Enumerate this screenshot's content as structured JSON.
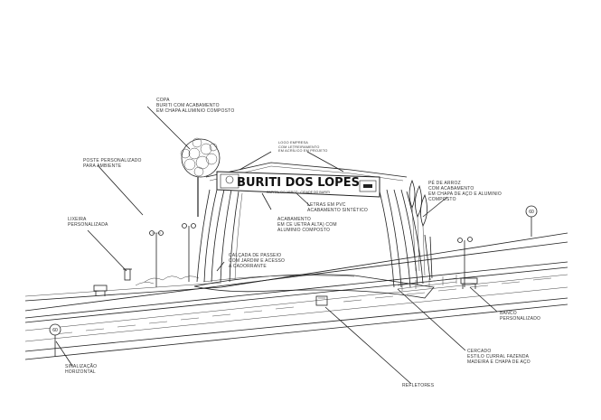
{
  "labels": {
    "copa": "COPA\nBURITI COM ACABAMENTO\nEM CHAPA ALUMINIO COMPOSTO",
    "logo_note": "LOGO EMPRESA\nCOM LETREIRAMENTO\nEM ACRÍLICO EM PROJETO",
    "poste": "POSTE PERSONALIZADO\nPARA AMBIENTE",
    "lixeira": "LIXEIRA\nPERSONALIZADA",
    "pe_arroz": "PÉ DE ARROZ\nCOM ACABAMENTO\nEM CHAPA DE AÇO E ALUMINIO\nCOMPOSTO",
    "letras": "LETRAS EM PVC\nACABAMENTO SINTÉTICO",
    "acabamento": "ACABAMENTO\nEM CE UETRA ALTA) COM\nALUMINIO COMPOSTO",
    "calcada": "CALÇADA DE PASSEIO\nCOM JARDIM E ACESSO\nA CADORRANTE",
    "banco": "BANCO\nPERSONALIZADO",
    "cercado": "CERCADO\nESTILO CURRAL FAZENDA\nMADEIRA E CHAPA DE AÇO",
    "sinalizacao": "SINALIZAÇÃO\nHORIZONTAL",
    "refletores": "REFLETORES"
  },
  "sign": {
    "title": "BURITI DOS LOPES",
    "subtitle": "CAPITAL DO ARROZ · CIDADE DO BURITI"
  },
  "road_signs": {
    "left": "60",
    "right": "60"
  }
}
